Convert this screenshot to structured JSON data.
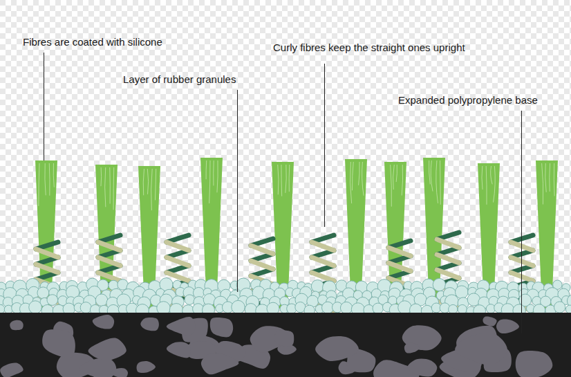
{
  "diagram": {
    "labels": [
      "Fibres are coated with silicone",
      "Layer of rubber granules",
      "Curly fibres keep the straight ones upright",
      "Expanded polypropylene base"
    ]
  }
}
